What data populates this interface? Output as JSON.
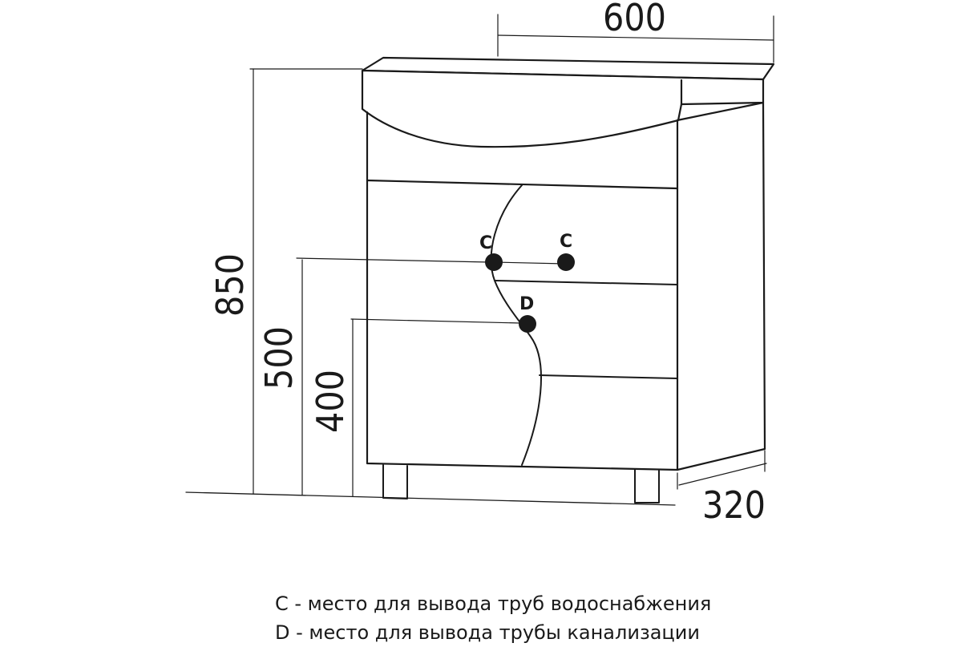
{
  "dimensions": {
    "width": "600",
    "height": "850",
    "depth": "320",
    "water_height": "500",
    "drain_height": "400"
  },
  "markers": {
    "c_left": "C",
    "c_right": "C",
    "d": "D"
  },
  "legend": {
    "c_line": "C - место для вывода труб водоснабжения",
    "d_line": "D - место для вывода трубы канализации"
  }
}
